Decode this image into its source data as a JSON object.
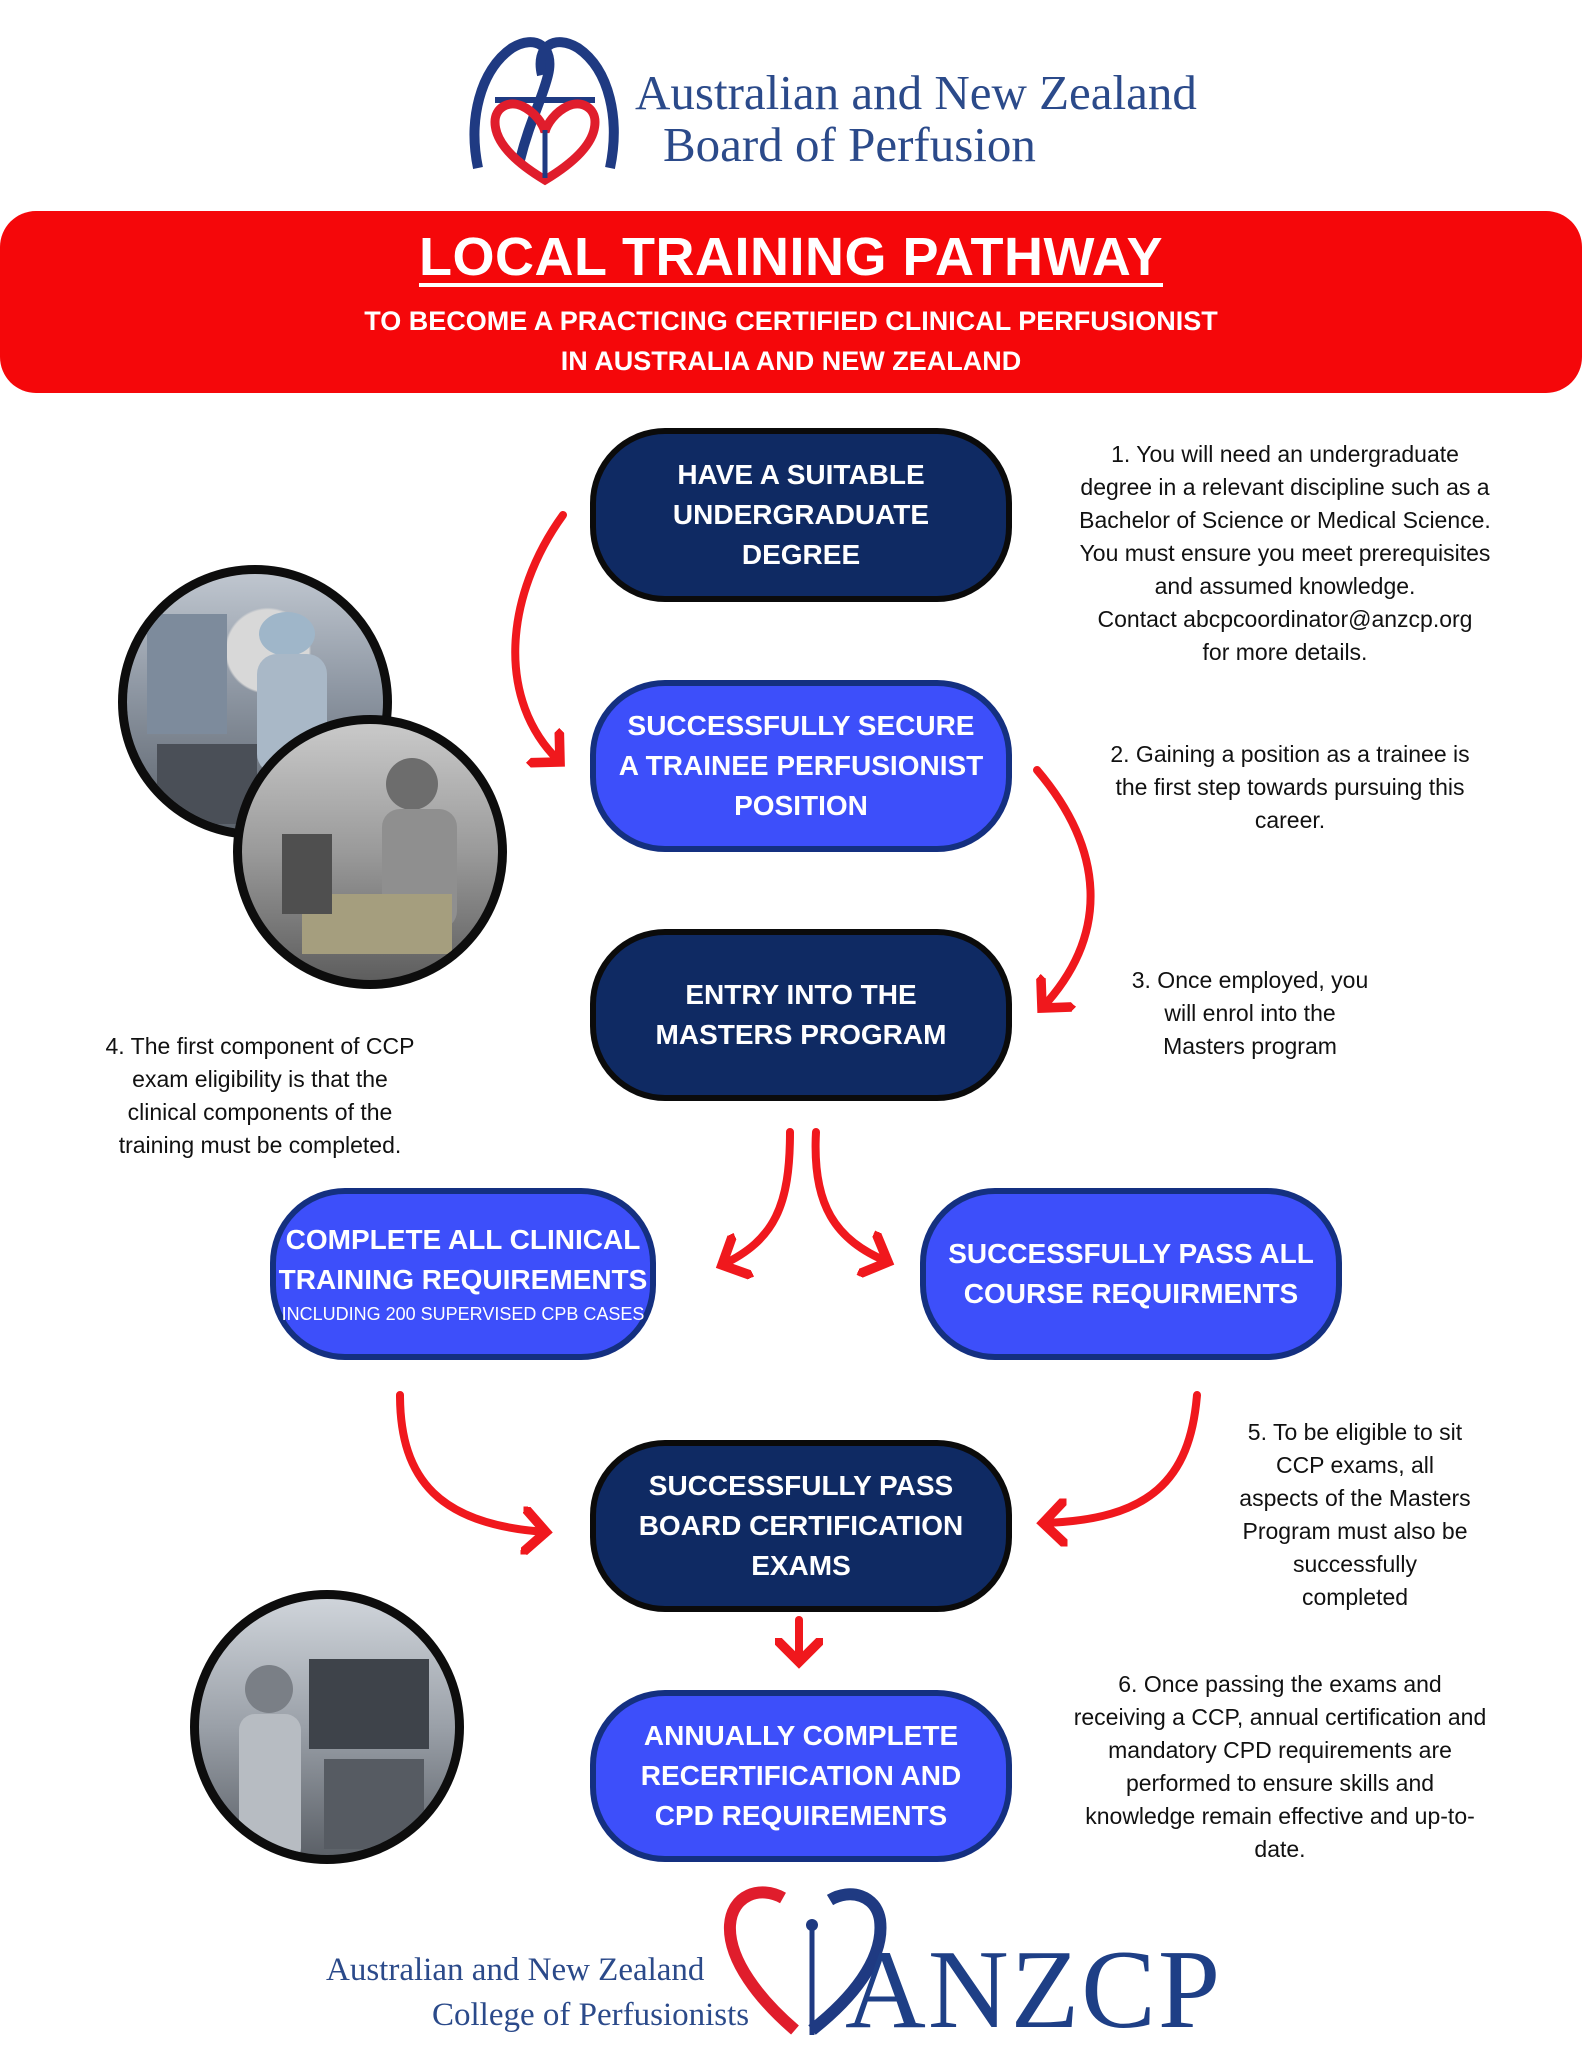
{
  "header": {
    "org_line1": "Australian and New Zealand",
    "org_line2": "Board of Perfusion"
  },
  "banner": {
    "title": "LOCAL TRAINING PATHWAY",
    "subtitle_line1": "TO BECOME A  PRACTICING CERTIFIED CLINICAL PERFUSIONIST",
    "subtitle_line2": "IN AUSTRALIA AND NEW ZEALAND"
  },
  "steps": {
    "degree": [
      "HAVE A SUITABLE",
      "UNDERGRADUATE",
      "DEGREE"
    ],
    "trainee": [
      "SUCCESSFULLY SECURE",
      "A TRAINEE PERFUSIONIST",
      "POSITION"
    ],
    "masters": [
      "ENTRY INTO THE",
      "MASTERS PROGRAM"
    ],
    "clinical": [
      "COMPLETE ALL CLINICAL",
      "TRAINING REQUIREMENTS"
    ],
    "clinical_small": "INCLUDING 200 SUPERVISED CPB CASES",
    "course": [
      "SUCCESSFULLY PASS ALL",
      "COURSE REQUIRMENTS"
    ],
    "exams": [
      "SUCCESSFULLY PASS",
      "BOARD CERTIFICATION",
      "EXAMS"
    ],
    "annual": [
      "ANNUALLY COMPLETE",
      "RECERTIFICATION AND",
      "CPD REQUIREMENTS"
    ]
  },
  "notes": {
    "n1": [
      "1. You will need an undergraduate",
      "degree in a relevant discipline such as a",
      "Bachelor of Science or Medical Science.",
      "You must ensure you meet prerequisites",
      "and assumed knowledge.",
      "Contact abcpcoordinator@anzcp.org",
      "for more details."
    ],
    "n2": [
      "2. Gaining a position as a trainee is",
      "the first step towards pursuing this",
      "career."
    ],
    "n3": [
      "3. Once employed, you",
      "will enrol into the",
      "Masters program"
    ],
    "n4": [
      "4. The first component of CCP",
      "exam eligibility is that the",
      "clinical components of the",
      "training must be completed."
    ],
    "n5": [
      "5.  To be eligible to sit",
      "CCP exams,  all",
      "aspects of the Masters",
      "Program must also be",
      "successfully",
      "completed"
    ],
    "n6": [
      "6. Once passing the exams and",
      "receiving a CCP, annual certification and",
      "mandatory CPD requirements are",
      "performed to ensure skills and",
      "knowledge remain effective and up-to-",
      "date."
    ]
  },
  "footer": {
    "org_line1": "Australian and New Zealand",
    "org_line2": "College of Perfusionists",
    "acronym": "ANZCP"
  },
  "colors": {
    "banner_red": "#f5070a",
    "arrow_red": "#f0181d",
    "dark_navy": "#0f2a63",
    "bright_blue": "#3d4ffa",
    "brand_blue": "#2b4a8a"
  }
}
